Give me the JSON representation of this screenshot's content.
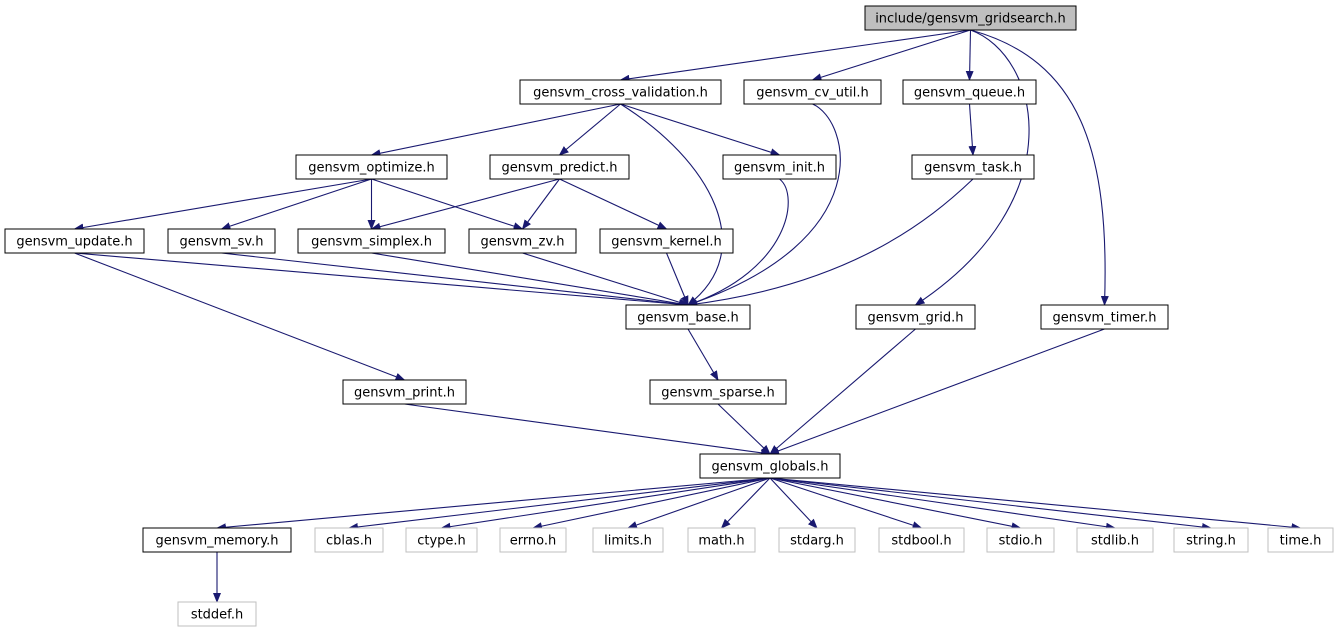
{
  "colors": {
    "edge": "#191970",
    "border": "#000000",
    "ext_border": "#bfbfbf",
    "root_fill": "#bfbfbf",
    "text": "#000000"
  },
  "nodes": [
    {
      "id": "root",
      "label": "include/gensvm_gridsearch.h",
      "kind": "root"
    },
    {
      "id": "cross_validation",
      "label": "gensvm_cross_validation.h",
      "kind": "local"
    },
    {
      "id": "cv_util",
      "label": "gensvm_cv_util.h",
      "kind": "local"
    },
    {
      "id": "queue",
      "label": "gensvm_queue.h",
      "kind": "local"
    },
    {
      "id": "optimize",
      "label": "gensvm_optimize.h",
      "kind": "local"
    },
    {
      "id": "predict",
      "label": "gensvm_predict.h",
      "kind": "local"
    },
    {
      "id": "init",
      "label": "gensvm_init.h",
      "kind": "local"
    },
    {
      "id": "task",
      "label": "gensvm_task.h",
      "kind": "local"
    },
    {
      "id": "update",
      "label": "gensvm_update.h",
      "kind": "local"
    },
    {
      "id": "sv",
      "label": "gensvm_sv.h",
      "kind": "local"
    },
    {
      "id": "simplex",
      "label": "gensvm_simplex.h",
      "kind": "local"
    },
    {
      "id": "zv",
      "label": "gensvm_zv.h",
      "kind": "local"
    },
    {
      "id": "kernel",
      "label": "gensvm_kernel.h",
      "kind": "local"
    },
    {
      "id": "base",
      "label": "gensvm_base.h",
      "kind": "local"
    },
    {
      "id": "grid",
      "label": "gensvm_grid.h",
      "kind": "local"
    },
    {
      "id": "timer",
      "label": "gensvm_timer.h",
      "kind": "local"
    },
    {
      "id": "print",
      "label": "gensvm_print.h",
      "kind": "local"
    },
    {
      "id": "sparse",
      "label": "gensvm_sparse.h",
      "kind": "local"
    },
    {
      "id": "globals",
      "label": "gensvm_globals.h",
      "kind": "local"
    },
    {
      "id": "memory",
      "label": "gensvm_memory.h",
      "kind": "local"
    },
    {
      "id": "cblas",
      "label": "cblas.h",
      "kind": "external"
    },
    {
      "id": "ctype",
      "label": "ctype.h",
      "kind": "external"
    },
    {
      "id": "errno",
      "label": "errno.h",
      "kind": "external"
    },
    {
      "id": "limits",
      "label": "limits.h",
      "kind": "external"
    },
    {
      "id": "math",
      "label": "math.h",
      "kind": "external"
    },
    {
      "id": "stdarg",
      "label": "stdarg.h",
      "kind": "external"
    },
    {
      "id": "stdbool",
      "label": "stdbool.h",
      "kind": "external"
    },
    {
      "id": "stdio",
      "label": "stdio.h",
      "kind": "external"
    },
    {
      "id": "stdlib",
      "label": "stdlib.h",
      "kind": "external"
    },
    {
      "id": "string",
      "label": "string.h",
      "kind": "external"
    },
    {
      "id": "time",
      "label": "time.h",
      "kind": "external"
    },
    {
      "id": "stddef",
      "label": "stddef.h",
      "kind": "external"
    }
  ],
  "edges": [
    {
      "from": "root",
      "to": "cross_validation"
    },
    {
      "from": "root",
      "to": "cv_util"
    },
    {
      "from": "root",
      "to": "queue"
    },
    {
      "from": "root",
      "to": "grid"
    },
    {
      "from": "root",
      "to": "timer"
    },
    {
      "from": "cross_validation",
      "to": "optimize"
    },
    {
      "from": "cross_validation",
      "to": "predict"
    },
    {
      "from": "cross_validation",
      "to": "init"
    },
    {
      "from": "cross_validation",
      "to": "base"
    },
    {
      "from": "cv_util",
      "to": "base"
    },
    {
      "from": "queue",
      "to": "task"
    },
    {
      "from": "task",
      "to": "base"
    },
    {
      "from": "init",
      "to": "base"
    },
    {
      "from": "optimize",
      "to": "update"
    },
    {
      "from": "optimize",
      "to": "sv"
    },
    {
      "from": "optimize",
      "to": "simplex"
    },
    {
      "from": "optimize",
      "to": "zv"
    },
    {
      "from": "predict",
      "to": "simplex"
    },
    {
      "from": "predict",
      "to": "zv"
    },
    {
      "from": "predict",
      "to": "kernel"
    },
    {
      "from": "update",
      "to": "base"
    },
    {
      "from": "update",
      "to": "print"
    },
    {
      "from": "sv",
      "to": "base"
    },
    {
      "from": "simplex",
      "to": "base"
    },
    {
      "from": "zv",
      "to": "base"
    },
    {
      "from": "kernel",
      "to": "base"
    },
    {
      "from": "base",
      "to": "sparse"
    },
    {
      "from": "grid",
      "to": "globals"
    },
    {
      "from": "timer",
      "to": "globals"
    },
    {
      "from": "print",
      "to": "globals"
    },
    {
      "from": "sparse",
      "to": "globals"
    },
    {
      "from": "globals",
      "to": "memory"
    },
    {
      "from": "globals",
      "to": "cblas"
    },
    {
      "from": "globals",
      "to": "ctype"
    },
    {
      "from": "globals",
      "to": "errno"
    },
    {
      "from": "globals",
      "to": "limits"
    },
    {
      "from": "globals",
      "to": "math"
    },
    {
      "from": "globals",
      "to": "stdarg"
    },
    {
      "from": "globals",
      "to": "stdbool"
    },
    {
      "from": "globals",
      "to": "stdio"
    },
    {
      "from": "globals",
      "to": "stdlib"
    },
    {
      "from": "globals",
      "to": "string"
    },
    {
      "from": "globals",
      "to": "time"
    },
    {
      "from": "memory",
      "to": "stddef"
    }
  ]
}
